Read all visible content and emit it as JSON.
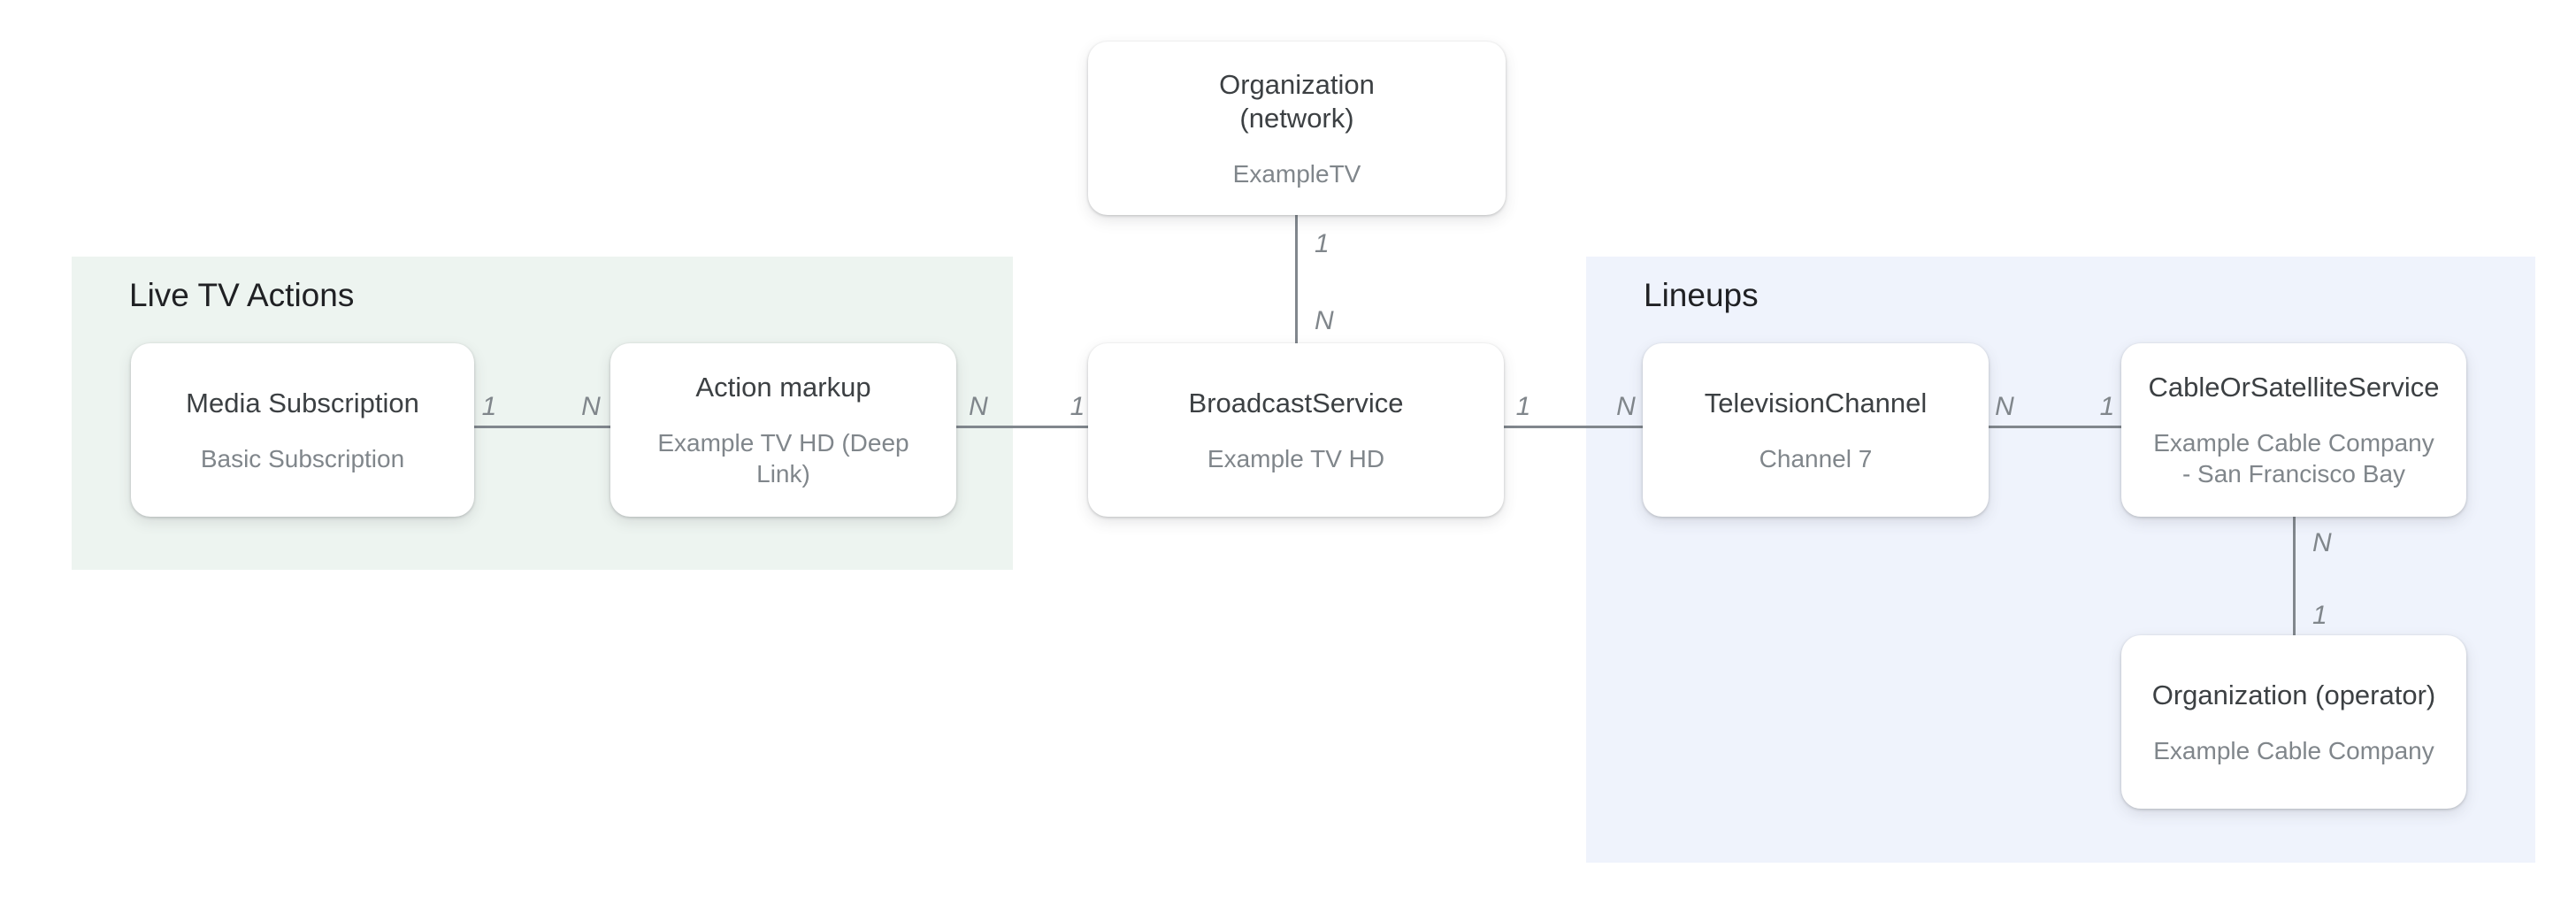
{
  "regions": [
    {
      "id": "live-tv-actions",
      "label": "Live TV Actions",
      "color": "#edf4f0"
    },
    {
      "id": "lineups",
      "label": "Lineups",
      "color": "#eff3fc"
    }
  ],
  "nodes": [
    {
      "id": "organization-network",
      "title": "Organization\n(network)",
      "subtitle": "ExampleTV"
    },
    {
      "id": "media-subscription",
      "title": "Media Subscription",
      "subtitle": "Basic Subscription"
    },
    {
      "id": "action-markup",
      "title": "Action markup",
      "subtitle": "Example TV HD (Deep Link)"
    },
    {
      "id": "broadcast-service",
      "title": "BroadcastService",
      "subtitle": "Example TV HD"
    },
    {
      "id": "television-channel",
      "title": "TelevisionChannel",
      "subtitle": "Channel 7"
    },
    {
      "id": "cable-or-satellite-service",
      "title": "CableOrSatelliteService",
      "subtitle": "Example Cable Company - San Francisco Bay"
    },
    {
      "id": "organization-operator",
      "title": "Organization (operator)",
      "subtitle": "Example Cable Company"
    }
  ],
  "edges": [
    {
      "id": "network-broadcast",
      "orientation": "vertical",
      "from": "Organization (network)",
      "to": "BroadcastService",
      "label_start": "1",
      "label_end": "N"
    },
    {
      "id": "media-action",
      "orientation": "horizontal",
      "from": "Media Subscription",
      "to": "Action markup",
      "label_start": "1",
      "label_end": "N"
    },
    {
      "id": "action-broadcast",
      "orientation": "horizontal",
      "from": "Action markup",
      "to": "BroadcastService",
      "label_start": "N",
      "label_end": "1"
    },
    {
      "id": "broadcast-tv",
      "orientation": "horizontal",
      "from": "BroadcastService",
      "to": "TelevisionChannel",
      "label_start": "1",
      "label_end": "N"
    },
    {
      "id": "tv-cable",
      "orientation": "horizontal",
      "from": "TelevisionChannel",
      "to": "CableOrSatelliteService",
      "label_start": "N",
      "label_end": "1"
    },
    {
      "id": "cable-operator",
      "orientation": "vertical",
      "from": "CableOrSatelliteService",
      "to": "Organization (operator)",
      "label_start": "N",
      "label_end": "1"
    }
  ],
  "colors": {
    "node_title": "#3c4043",
    "node_subtitle": "#80868b",
    "region_title": "#202124",
    "edge_line": "#81878d",
    "edge_label": "#80868b",
    "node_background": "#ffffff"
  }
}
